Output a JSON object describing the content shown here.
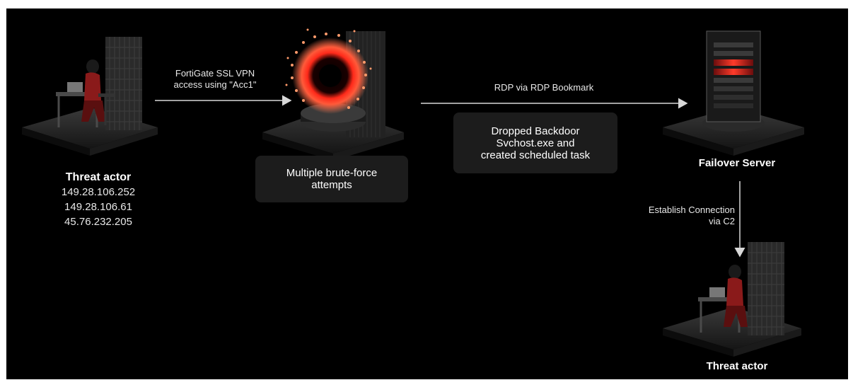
{
  "actor_left": {
    "title": "Threat actor",
    "ips": [
      "149.28.106.252",
      "149.28.106.61",
      "45.76.232.205"
    ]
  },
  "arrow_vpn": {
    "line1": "FortiGate SSL VPN",
    "line2": "access using \"Acc1\""
  },
  "brute_force_box": {
    "line1": "Multiple brute-force",
    "line2": "attempts"
  },
  "arrow_rdp": {
    "label": "RDP via RDP Bookmark"
  },
  "backdoor_box": {
    "line1": "Dropped Backdoor",
    "line2": "Svchost.exe and",
    "line3": "created scheduled task"
  },
  "failover_server": {
    "title": "Failover Server"
  },
  "arrow_c2": {
    "line1": "Establish Connection",
    "line2": "via C2"
  },
  "actor_right": {
    "title": "Threat actor"
  },
  "colors": {
    "background": "#000000",
    "accent_red": "#e0302a",
    "orange_particles": "#ff9a6b",
    "box_bg": "#1c1c1c"
  }
}
